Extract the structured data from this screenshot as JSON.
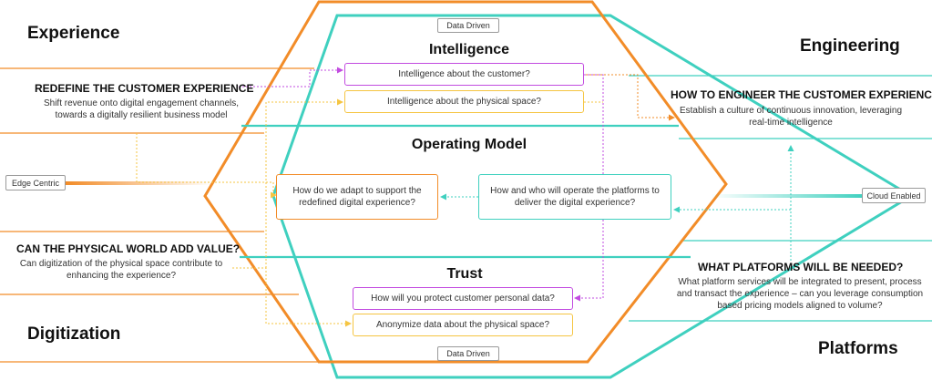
{
  "colors": {
    "orange": "#f28c28",
    "teal": "#3fd0bf",
    "purple": "#c24be0",
    "yellow": "#f5c542"
  },
  "tags": {
    "data_driven_top": "Data Driven",
    "data_driven_bottom": "Data Driven",
    "edge_centric": "Edge Centric",
    "cloud_enabled": "Cloud Enabled"
  },
  "corners": {
    "experience": "Experience",
    "engineering": "Engineering",
    "digitization": "Digitization",
    "platforms": "Platforms"
  },
  "sections": {
    "intelligence": "Intelligence",
    "operating_model": "Operating Model",
    "trust": "Trust"
  },
  "left": {
    "redefine_title": "REDEFINE THE CUSTOMER EXPERIENCE",
    "redefine_text": "Shift revenue onto digital engagement channels, towards a digitally resilient business model",
    "physical_title": "CAN THE PHYSICAL WORLD ADD VALUE?",
    "physical_text": "Can digitization of the physical space contribute to enhancing the experience?"
  },
  "right": {
    "engineer_title": "HOW TO ENGINEER THE CUSTOMER EXPERIENCE?",
    "engineer_text": "Establish a culture of continuous innovation, leveraging real-time intelligence",
    "platforms_title": "WHAT PLATFORMS WILL BE NEEDED?",
    "platforms_text": "What platform services will be integrated to present, process and transact the experience – can you leverage consumption based pricing models aligned to volume?"
  },
  "boxes": {
    "intel_customer": "Intelligence about the customer?",
    "intel_physical": "Intelligence about the physical space?",
    "adapt": "How do we adapt to support the redefined digital experience?",
    "operate": "How and who will operate the platforms to deliver the digital experience?",
    "protect": "How will you protect customer personal data?",
    "anonymize": "Anonymize data about the physical space?"
  }
}
